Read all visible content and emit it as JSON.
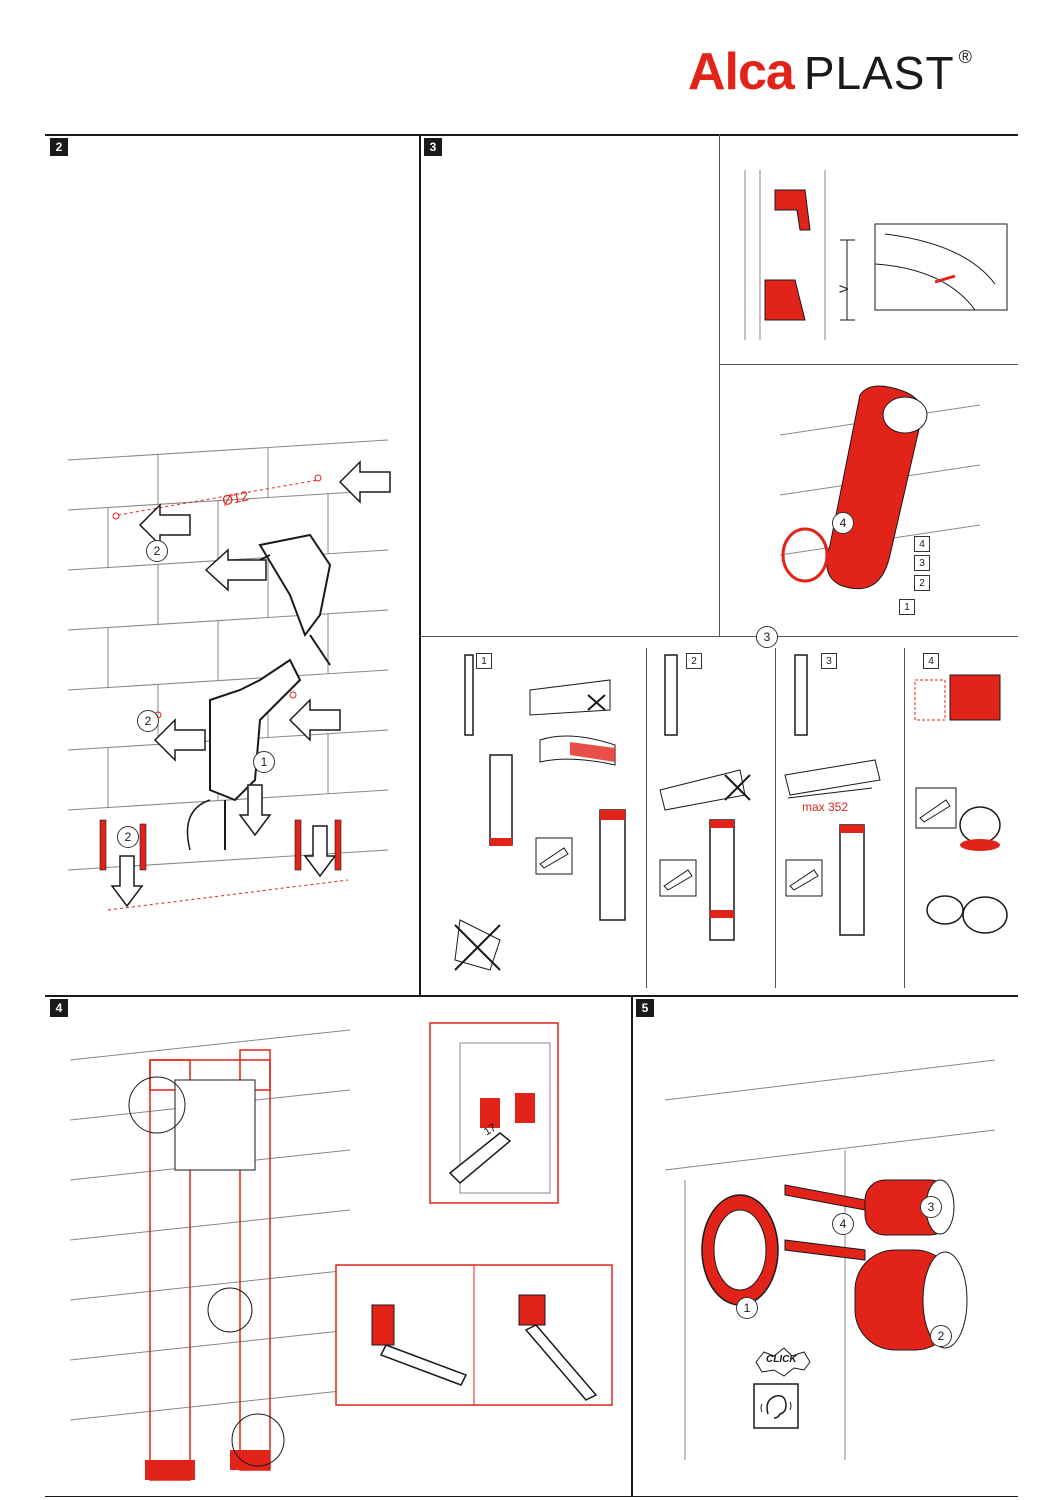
{
  "brand": {
    "name_red": "Alca",
    "name_dark": "PLAST",
    "registered": "®",
    "brand_red": "#e2231a",
    "brand_dark": "#1a1a1a"
  },
  "steps": {
    "step2": {
      "number": "2"
    },
    "step3": {
      "number": "3"
    },
    "step4": {
      "number": "4"
    },
    "step5": {
      "number": "5"
    }
  },
  "panel2": {
    "drill_diameter": "Ø12",
    "callouts": [
      "1",
      "2",
      "2",
      "2"
    ]
  },
  "panel3": {
    "detail_v_label": "V",
    "part_labels": [
      "4",
      "3",
      "2",
      "1"
    ],
    "callout_4": "4",
    "callout_3": "3",
    "substeps": [
      "1",
      "2",
      "3",
      "4"
    ],
    "max_length": "max 352"
  },
  "panel4": {
    "wrench_size": "17"
  },
  "panel5": {
    "callouts": [
      "1",
      "2",
      "3",
      "4"
    ],
    "click_label": "CLICK"
  },
  "icons": [
    "drill-icon",
    "arrow-icon",
    "wrench-icon",
    "saw-icon",
    "lubricant-tube-icon",
    "ear-icon",
    "no-ice-icon"
  ]
}
